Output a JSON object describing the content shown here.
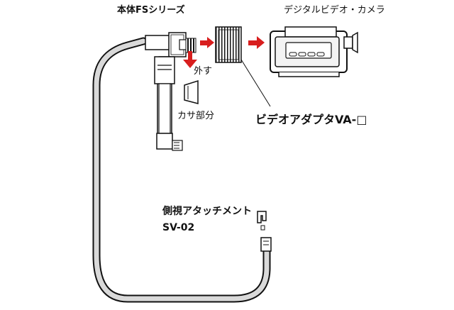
{
  "labels": {
    "body_series": "本体FSシリーズ",
    "camera": "デジタルビデオ・カメラ",
    "remove": "外す",
    "hood": "カサ部分",
    "adapter": "ビデオアダプタVA-□",
    "attachment": "側視アタッチメント",
    "attachment_model": "SV-02"
  },
  "colors": {
    "arrow": "#d81e1e",
    "line": "#111111",
    "cable": "#d9d9d9",
    "screen": "#f3f3f3"
  }
}
